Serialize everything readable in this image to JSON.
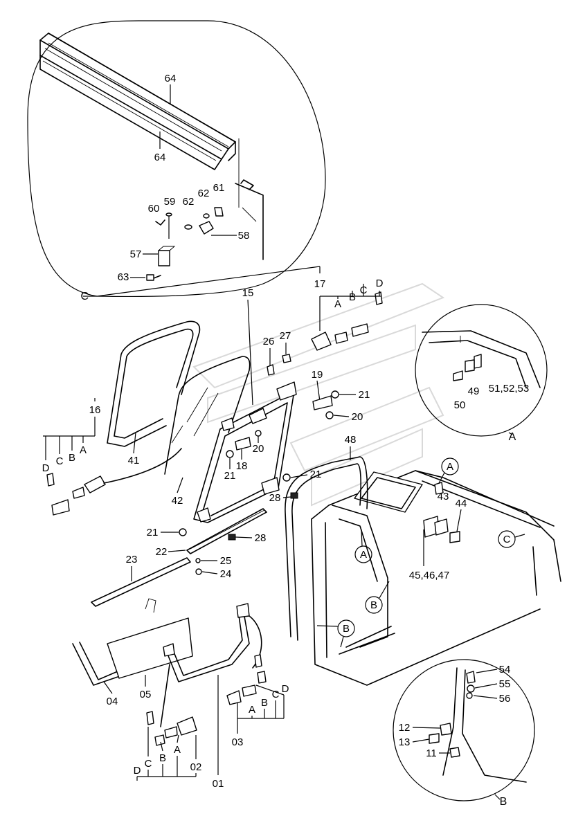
{
  "detail_labels": {
    "detail_c": "C",
    "detail_a": "A",
    "detail_b": "B"
  },
  "part_numbers": {
    "p64_top": "64",
    "p64_bottom": "64",
    "p59": "59",
    "p60": "60",
    "p61": "61",
    "p62a": "62",
    "p62b": "62",
    "p57": "57",
    "p58": "58",
    "p63": "63",
    "p15": "15",
    "p16": "16",
    "p17": "17",
    "p18": "18",
    "p19": "19",
    "p20a": "20",
    "p20b": "20",
    "p21a": "21",
    "p21b": "21",
    "p21c": "21",
    "p21d": "21",
    "p22": "22",
    "p23": "23",
    "p24": "24",
    "p25": "25",
    "p26": "26",
    "p27": "27",
    "p28a": "28",
    "p28b": "28",
    "p41": "41",
    "p42": "42",
    "p43": "43",
    "p44": "44",
    "p45_47": "45,46,47",
    "p48": "48",
    "p49": "49",
    "p50": "50",
    "p51_53": "51,52,53",
    "p54": "54",
    "p55": "55",
    "p56": "56",
    "p11": "11",
    "p12": "12",
    "p13": "13",
    "p01": "01",
    "p02": "02",
    "p03": "03",
    "p04": "04",
    "p05": "05"
  },
  "sub_letters": {
    "g17": [
      "A",
      "B",
      "C",
      "D"
    ],
    "g16": [
      "D",
      "C",
      "B",
      "A"
    ],
    "g03": [
      "A",
      "B",
      "C",
      "D"
    ],
    "g02": [
      "D",
      "C",
      "B",
      "A"
    ]
  },
  "callouts": {
    "a1": "A",
    "a2": "A",
    "b1": "B",
    "b2": "B",
    "c1": "C"
  }
}
